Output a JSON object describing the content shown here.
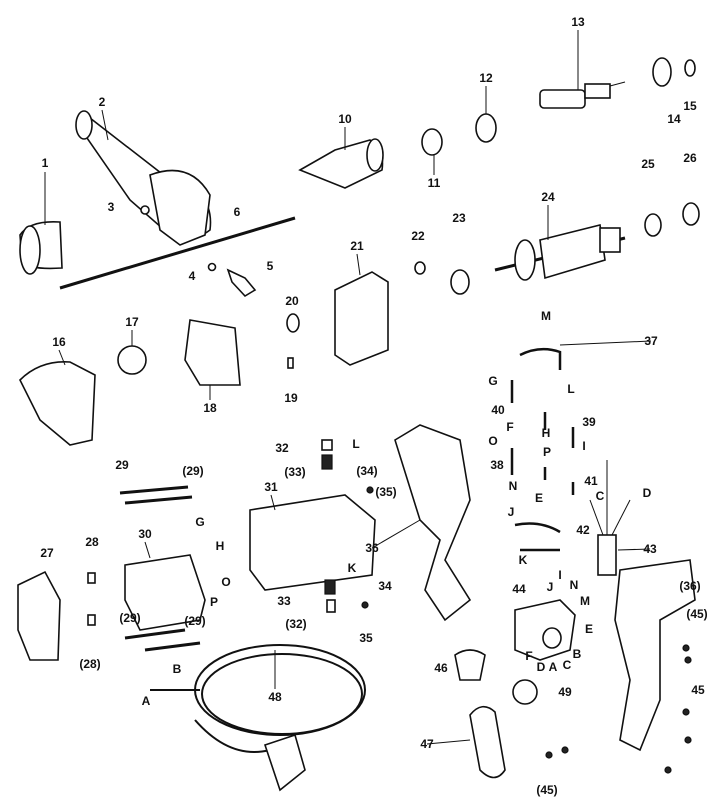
{
  "diagram": {
    "type": "exploded parts diagram",
    "labels": [
      "1",
      "2",
      "3",
      "4",
      "5",
      "6",
      "10",
      "11",
      "12",
      "13",
      "14",
      "15",
      "16",
      "17",
      "18",
      "19",
      "20",
      "21",
      "22",
      "23",
      "24",
      "25",
      "26",
      "27",
      "28",
      "(28)",
      "29",
      "(29)",
      "(29)",
      "(29)",
      "30",
      "G",
      "H",
      "O",
      "P",
      "31",
      "32",
      "(33)",
      "L",
      "(34)",
      "(35)",
      "K",
      "34",
      "33",
      "(32)",
      "35",
      "36",
      "(36)",
      "M",
      "37",
      "G",
      "L",
      "40",
      "F",
      "39",
      "H",
      "I",
      "O",
      "P",
      "38",
      "N",
      "41",
      "E",
      "J",
      "42",
      "K",
      "C",
      "D",
      "43",
      "44",
      "J",
      "I",
      "N",
      "M",
      "E",
      "F",
      "D",
      "A",
      "C",
      "B",
      "46",
      "49",
      "47",
      "(45)",
      "(45)",
      "45",
      "48",
      "A",
      "B"
    ]
  }
}
